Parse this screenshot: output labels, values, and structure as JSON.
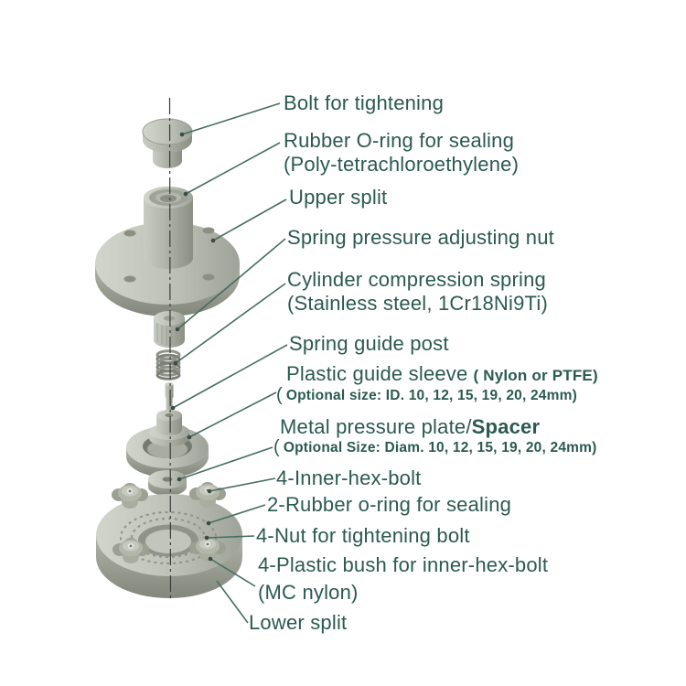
{
  "colors": {
    "label_text": "#2b5a50",
    "leader_line": "#466e61",
    "center_line": "#3a3a3a",
    "metal_light": "#d2d5cc",
    "metal_mid": "#b2b6ab",
    "metal_dark": "#8a8e83"
  },
  "labels": {
    "bolt": "Bolt for tightening",
    "oring_line1": "Rubber O-ring for sealing",
    "oring_line2": "(Poly-tetrachloroethylene)",
    "upper_split": "Upper split",
    "adjusting_nut": "Spring pressure adjusting nut",
    "spring_line1": "Cylinder compression spring",
    "spring_line2": "(Stainless steel, 1Cr18Ni9Ti)",
    "guide_post": "Spring guide post",
    "sleeve": "Plastic guide sleeve",
    "sleeve_note": "( Nylon or PTFE)",
    "sleeve_opt_paren": "(",
    "sleeve_opt": "Optional size: ID. 10, 12, 15, 19, 20, 24mm)",
    "plate": "Metal pressure plate/",
    "plate_bold": "Spacer",
    "plate_opt_paren": "(",
    "plate_opt": "Optional Size: Diam. 10, 12, 15, 19, 20, 24mm)",
    "hex_bolt": "4-Inner-hex-bolt",
    "oring2": "2-Rubber o-ring for sealing",
    "nut2": "4-Nut for tightening bolt",
    "bush_line1": "4-Plastic bush for inner-hex-bolt",
    "bush_line2": "(MC nylon)",
    "lower_split": "Lower split"
  }
}
